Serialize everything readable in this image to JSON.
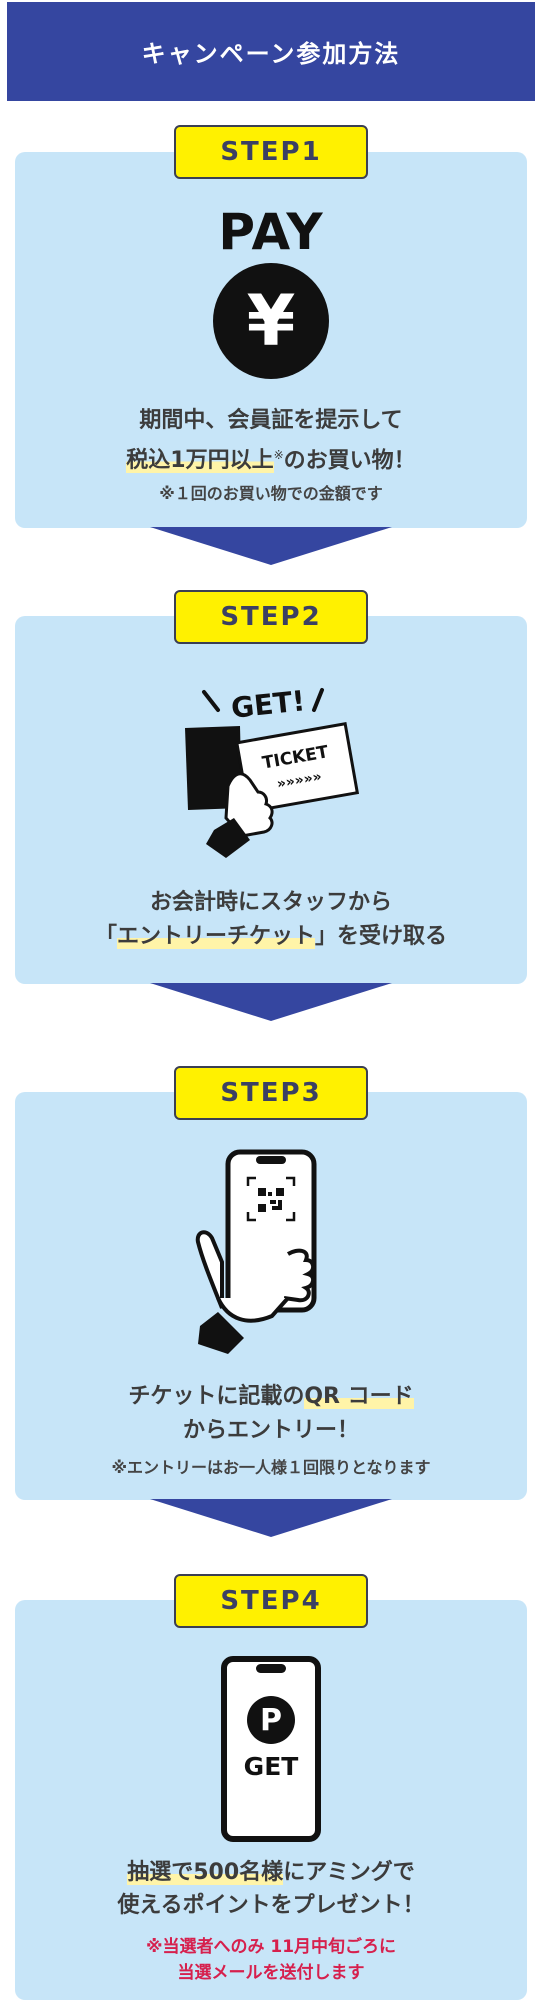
{
  "header": {
    "title": "キャンペーン参加方法"
  },
  "steps": [
    {
      "badge": "STEP1",
      "icon_label": "PAY",
      "icon_symbol": "¥",
      "line1": "期間中、会員証を提示して",
      "line2_highlight": "税込1万円以上",
      "line2_mark": "※",
      "line2_rest": "のお買い物！",
      "note": "※１回のお買い物での金額です"
    },
    {
      "badge": "STEP2",
      "icon_get": "GET!",
      "icon_ticket": "TICKET",
      "icon_chevrons": "»»»»»",
      "line1": "お会計時にスタッフから",
      "line2_open": "「",
      "line2_highlight": "エントリーチケット",
      "line2_close": "」を受け取る"
    },
    {
      "badge": "STEP3",
      "line1_pre": "チケットに記載の",
      "line1_highlight": "QR コード",
      "line2": "からエントリー！",
      "note": "※エントリーはお一人様１回限りとなります"
    },
    {
      "badge": "STEP4",
      "icon_letter": "P",
      "icon_label": "GET",
      "line1_highlight": "抽選で500名様",
      "line1_rest": "にアミングで",
      "line2": "使えるポイントをプレゼント！",
      "red_line1": "※当選者へのみ 11月中旬ごろに",
      "red_line2": "当選メールを送付します"
    }
  ],
  "colors": {
    "header_bg": "#3546a0",
    "card_bg": "#c7e5f8",
    "badge_bg": "#fff100",
    "highlight": "#fff4a8",
    "red_note": "#d6204d"
  }
}
